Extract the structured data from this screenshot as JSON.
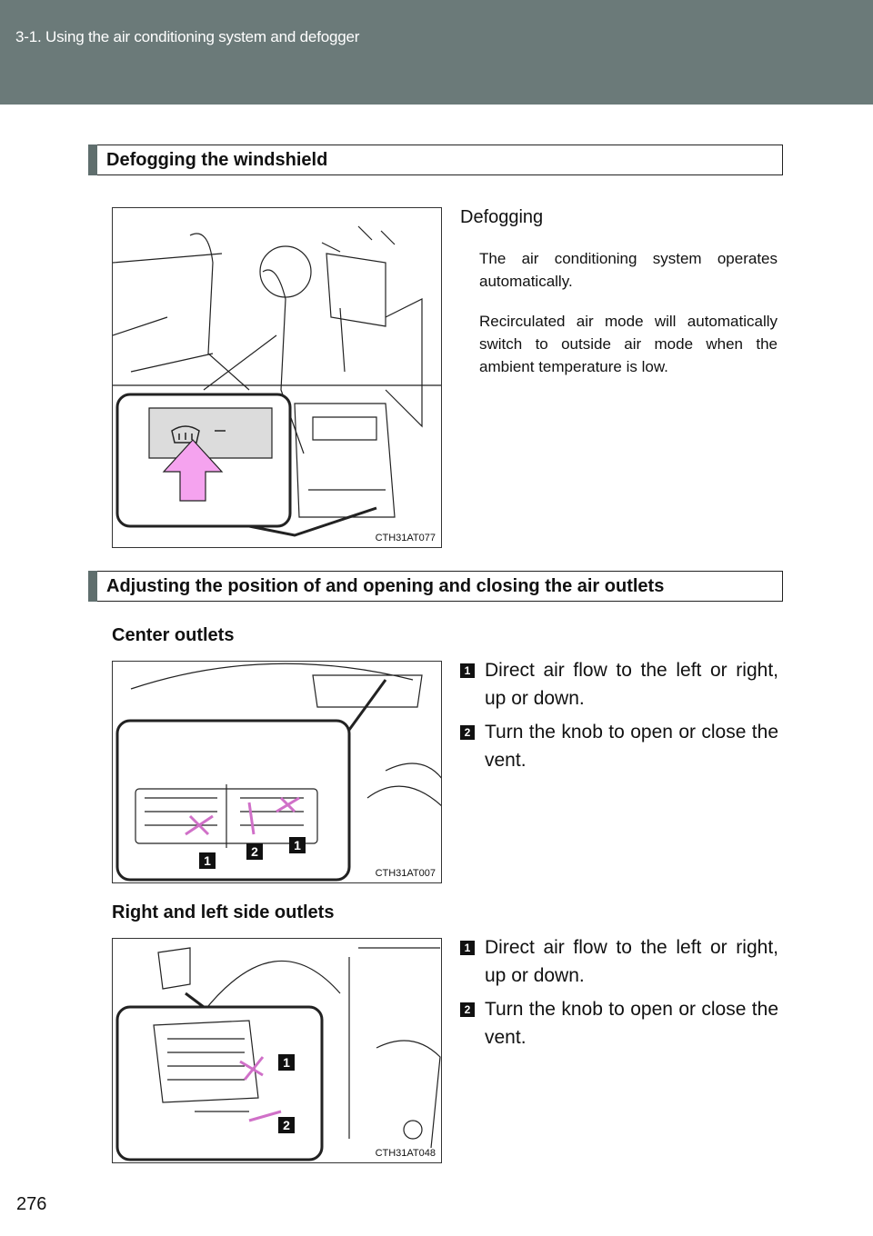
{
  "header": {
    "title": "3-1. Using the air conditioning system and defogger"
  },
  "section1": {
    "title": "Defogging the windshield",
    "figure_code": "CTH31AT077",
    "label": "Defogging",
    "paragraphs": [
      "The air conditioning system operates automatically.",
      "Recirculated air mode will automatically switch to outside air mode when the ambient temperature is low."
    ]
  },
  "section2": {
    "title": "Adjusting the position of and opening and closing the air outlets",
    "center": {
      "title": "Center outlets",
      "figure_code": "CTH31AT007",
      "items": [
        {
          "num": "1",
          "text": "Direct air flow to the left or right, up or down."
        },
        {
          "num": "2",
          "text": "Turn the knob to open or close the vent."
        }
      ],
      "callouts": [
        "1",
        "2",
        "1"
      ]
    },
    "side": {
      "title": "Right and left side outlets",
      "figure_code": "CTH31AT048",
      "items": [
        {
          "num": "1",
          "text": "Direct air flow to the left or right, up or down."
        },
        {
          "num": "2",
          "text": "Turn the knob to open or close the vent."
        }
      ],
      "callouts": [
        "1",
        "2"
      ]
    }
  },
  "page_number": "276",
  "colors": {
    "header": "#6b7a79",
    "arrow": "#f5a3ef"
  }
}
